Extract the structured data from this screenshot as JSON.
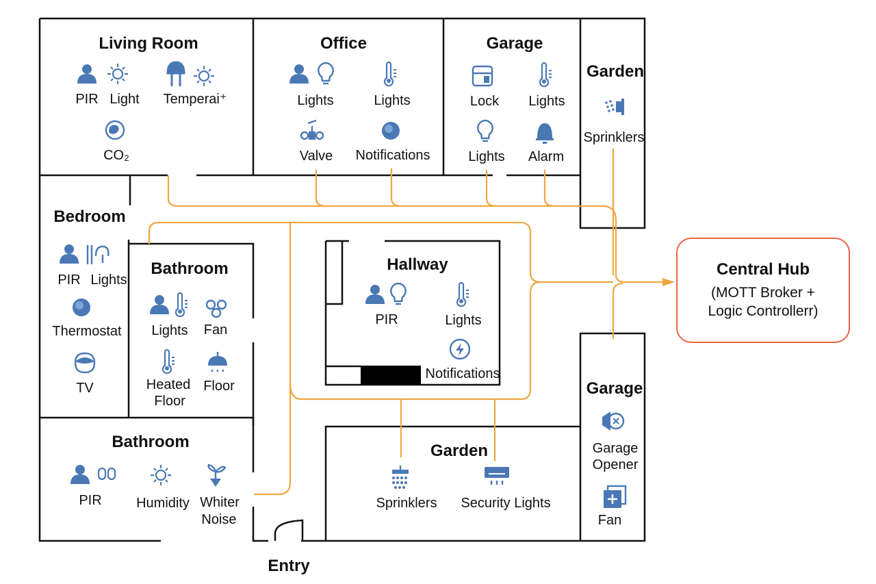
{
  "rooms": {
    "living": {
      "title": "Living Room",
      "labels": [
        "PIR",
        "Light",
        "Temperai⁺",
        "CO₂"
      ]
    },
    "office": {
      "title": "Office",
      "labels": [
        "Lights",
        "Lights",
        "Valve",
        "Notifications"
      ]
    },
    "garage_top": {
      "title": "Garage",
      "labels": [
        "Lock",
        "Lights",
        "Lights",
        "Alarm"
      ]
    },
    "garden_top": {
      "title": "Garden",
      "labels": [
        "Sprinklers"
      ]
    },
    "bedroom": {
      "title": "Bedroom",
      "labels": [
        "PIR",
        "Lights",
        "Thermostat",
        "TV"
      ]
    },
    "bathroom_1": {
      "title": "Bathroom",
      "labels": [
        "Lights",
        "Fan",
        "Heated",
        "Floor",
        "Floor"
      ]
    },
    "hallway": {
      "title": "Hallway",
      "labels": [
        "PIR",
        "Lights",
        "Notifications"
      ]
    },
    "bathroom_2": {
      "title": "Bathroom",
      "labels": [
        "PIR",
        "Humidity",
        "Whiter",
        "Noise"
      ]
    },
    "garden_bottom": {
      "title": "Garden",
      "labels": [
        "Sprinklers",
        "Security Lights"
      ]
    },
    "garage_right": {
      "title": "Garage",
      "labels": [
        "Garage",
        "Opener",
        "Fan"
      ]
    }
  },
  "entry": "Entry",
  "hub": {
    "title": "Central Hub",
    "line1": "(MOTT Broker +",
    "line2": "Logic Controllerr)"
  },
  "colors": {
    "wire": "#f0a640",
    "hub_border": "#e8634a",
    "icon": "#4a78b5"
  },
  "icons": [
    "person-icon",
    "bulb-icon",
    "thermometer-icon",
    "globe-icon",
    "valve-icon",
    "lock-icon",
    "bell-icon",
    "sprinkler-icon",
    "fan-icon",
    "showerhead-icon",
    "tv-icon",
    "plant-icon",
    "ac-unit-icon",
    "garage-opener-icon",
    "add-box-icon",
    "notification-icon"
  ]
}
